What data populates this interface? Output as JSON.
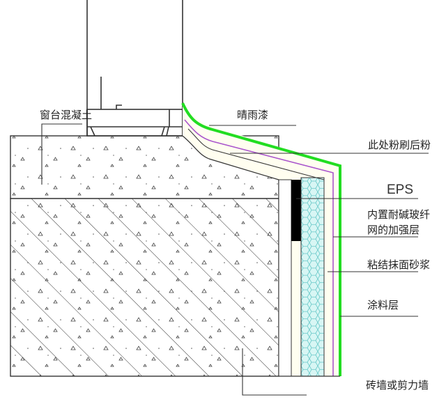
{
  "labels": {
    "sill_concrete": "窗台混凝土",
    "weather_paint": "晴雨漆",
    "plaster_note": "此处粉刷后粉",
    "eps": "EPS",
    "mesh_layer_line1": "内置耐碱玻纤",
    "mesh_layer_line2": "网的加强层",
    "mortar": "粘结抹面砂浆",
    "coating": "涂料层",
    "wall": "砖墙或剪力墙"
  },
  "colors": {
    "coating_green": "#22dd22",
    "mesh_purple": "#aa55cc",
    "eps_fill": "#d8f6f4",
    "eps_hex": "#66c8c8"
  }
}
